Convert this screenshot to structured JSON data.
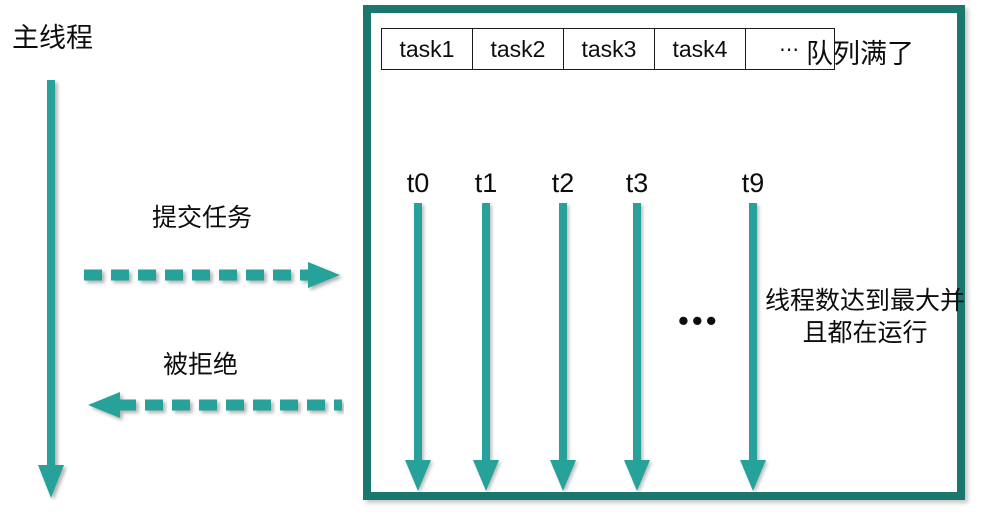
{
  "colors": {
    "arrow_teal": "#27a29a",
    "box_border_teal": "#1b766d",
    "text_black": "#0d0d0d",
    "cell_border": "#1a1a1a",
    "background": "#ffffff"
  },
  "left_side": {
    "main_thread_label": "主线程",
    "main_thread_arrow_direction": "down",
    "submit_arrow": {
      "label": "提交任务",
      "direction": "right",
      "style": "dashed"
    },
    "reject_arrow": {
      "label": "被拒绝",
      "direction": "left",
      "style": "dashed"
    }
  },
  "pool_box": {
    "queue_full_label": "队列满了",
    "task_queue": {
      "cells": [
        "task1",
        "task2",
        "task3",
        "task4",
        "⋯"
      ]
    },
    "threads": [
      {
        "label": "t0"
      },
      {
        "label": "t1"
      },
      {
        "label": "t2"
      },
      {
        "label": "t3"
      },
      {
        "label": "t9"
      }
    ],
    "threads_ellipsis": "•••",
    "max_threads_note": "线程数达到最大并且都在运行"
  }
}
